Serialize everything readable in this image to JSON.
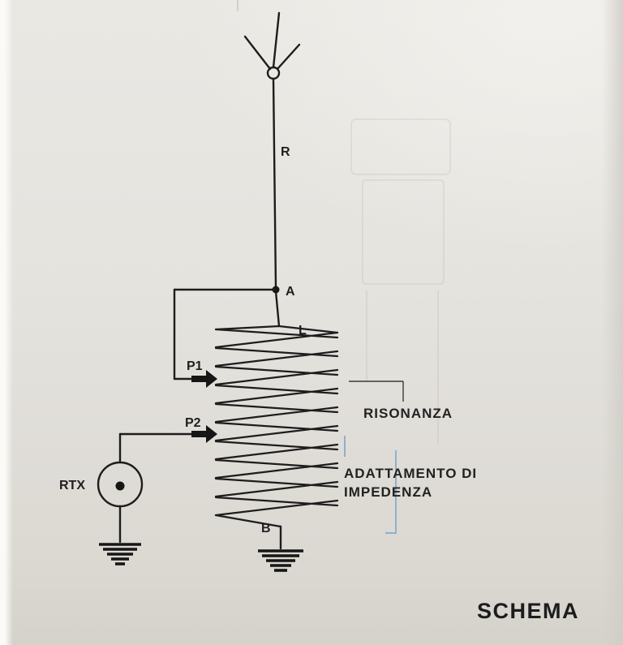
{
  "diagram": {
    "labels": {
      "antenna_wire": "R",
      "tap_a": "A",
      "coil": "L",
      "tap_p1": "P1",
      "tap_p2": "P2",
      "transceiver": "RTX",
      "tap_b": "B",
      "resonance": "RISONANZA",
      "impedance_line1": "ADATTAMENTO DI",
      "impedance_line2": "IMPEDENZA",
      "caption": "SCHEMA"
    },
    "colors": {
      "ink": "#1d1d1d",
      "bracket_blue": "#8fb0cf",
      "paper": "#e4e2dd",
      "ghost_print": "#b5ac9c"
    }
  }
}
